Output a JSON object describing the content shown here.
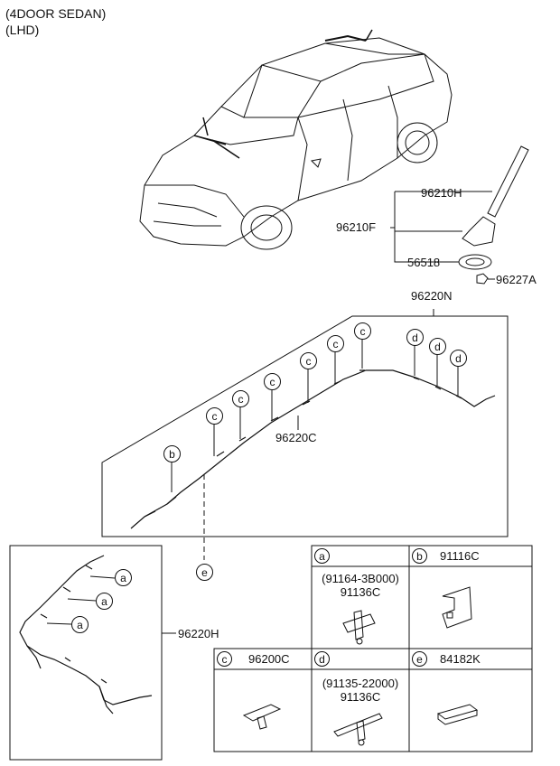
{
  "header": {
    "line1": "(4DOOR SEDAN)",
    "line2": "(LHD)"
  },
  "labels": {
    "antenna_rod": "96210H",
    "antenna_base": "96210F",
    "gasket": "56518",
    "nut": "96227A",
    "roof_harness": "96220N",
    "harness_mid": "96220C",
    "floor_harness": "96220H"
  },
  "callouts": {
    "a": "a",
    "b": "b",
    "c": "c",
    "d": "d",
    "e": "e"
  },
  "table": {
    "a": {
      "letter": "a",
      "code": "",
      "sub1": "(91164-3B000)",
      "sub2": "91136C"
    },
    "b": {
      "letter": "b",
      "code": "91116C"
    },
    "c": {
      "letter": "c",
      "code": "96200C"
    },
    "d": {
      "letter": "d",
      "code": "",
      "sub1": "(91135-22000)",
      "sub2": "91136C"
    },
    "e": {
      "letter": "e",
      "code": "84182K"
    }
  }
}
